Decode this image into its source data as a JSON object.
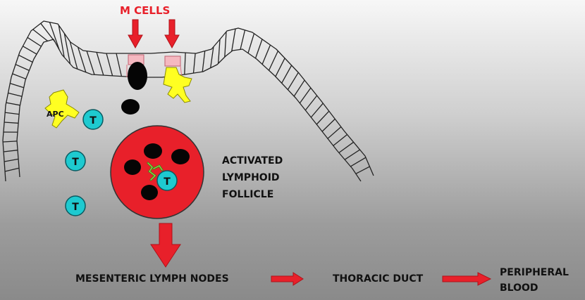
{
  "labels": {
    "m_cells": "M CELLS",
    "apc": "APC",
    "t_cell": "T",
    "follicle": [
      "ACTIVATED",
      "LYMPHOID",
      "FOLLICLE"
    ],
    "mesenteric": "MESENTERIC LYMPH NODES",
    "thoracic": "THORACIC DUCT",
    "peripheral": [
      "PERIPHERAL",
      "BLOOD"
    ]
  },
  "colors": {
    "arrow": "#e8202a",
    "follicle": "#e8202a",
    "t_cell_fill": "#1ecad0",
    "apc_fill": "#ffff22",
    "m_cell_fill": "#f5b8c0",
    "epithelium_stroke": "#222222"
  }
}
